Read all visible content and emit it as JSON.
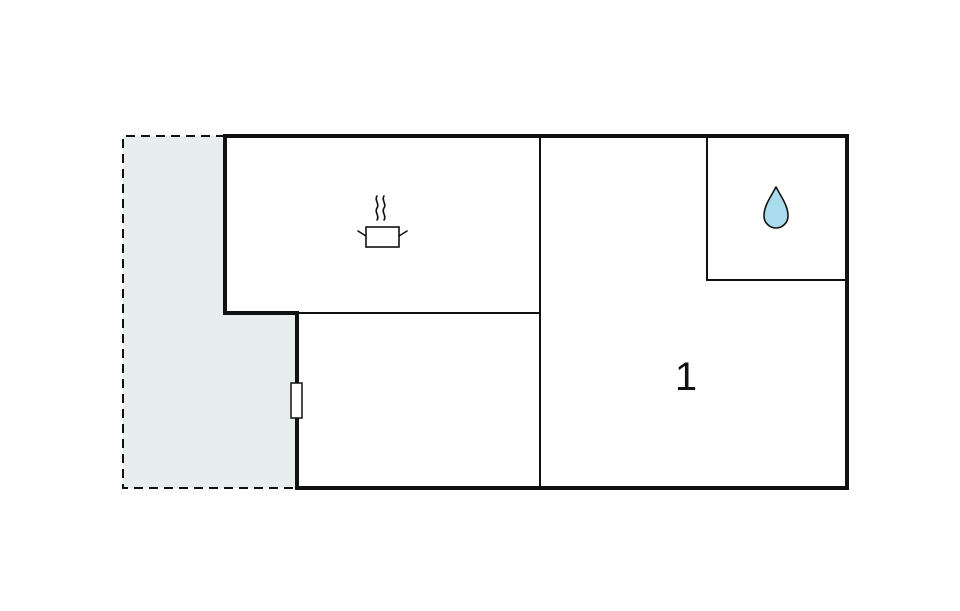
{
  "floor_plan": {
    "rooms": [
      {
        "id": "kitchen",
        "icon": "cooking-pot-icon",
        "label": ""
      },
      {
        "id": "hall",
        "label": ""
      },
      {
        "id": "bedroom",
        "label": "1"
      },
      {
        "id": "bathroom",
        "icon": "water-drop-icon",
        "label": ""
      }
    ],
    "terrace": {
      "style": "dashed",
      "fill": "#e8eded"
    },
    "colors": {
      "wall": "#111111",
      "terrace_fill": "#e8eded",
      "water_drop": "#a9dcec"
    }
  }
}
